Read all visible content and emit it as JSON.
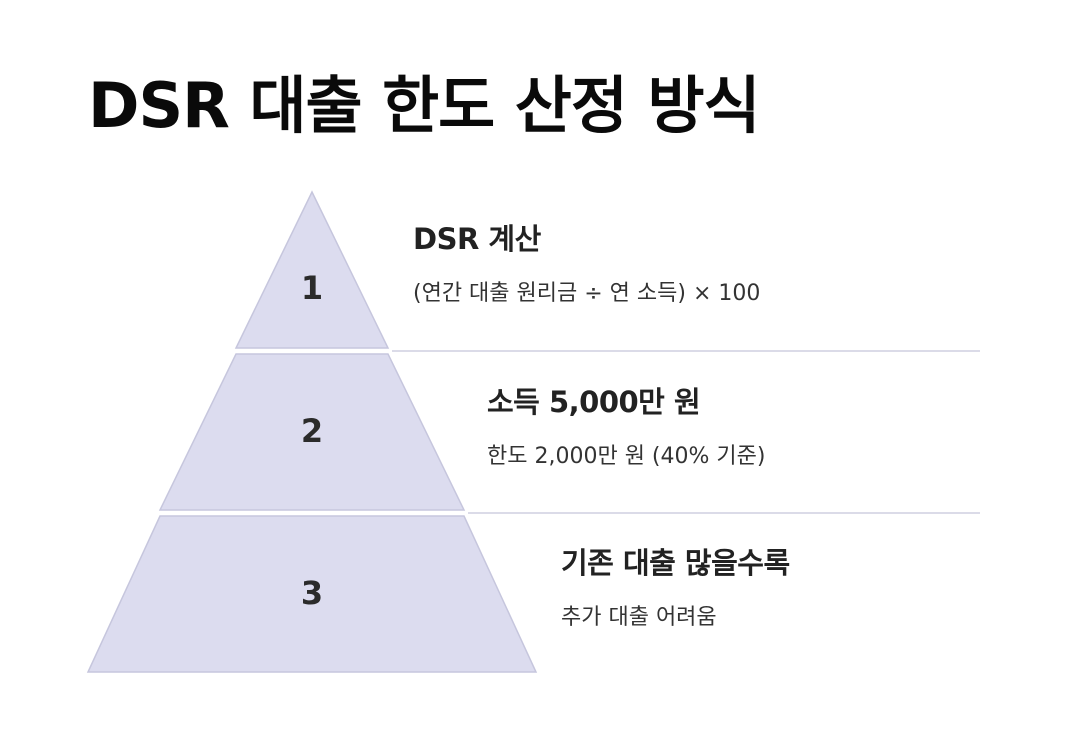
{
  "title": "DSR 대출 한도 산정 방식",
  "colors": {
    "tier_fill": "#dcdcef",
    "tier_stroke": "#c6c6dd",
    "divider": "#cfcfe0"
  },
  "tiers": [
    {
      "number": "1",
      "title": "DSR 계산",
      "description": "(연간 대출 원리금 ÷ 연 소득) × 100"
    },
    {
      "number": "2",
      "title": "소득 5,000만 원",
      "description": "한도 2,000만 원 (40% 기준)"
    },
    {
      "number": "3",
      "title": "기존 대출 많을수록",
      "description": "추가 대출 어려움"
    }
  ]
}
